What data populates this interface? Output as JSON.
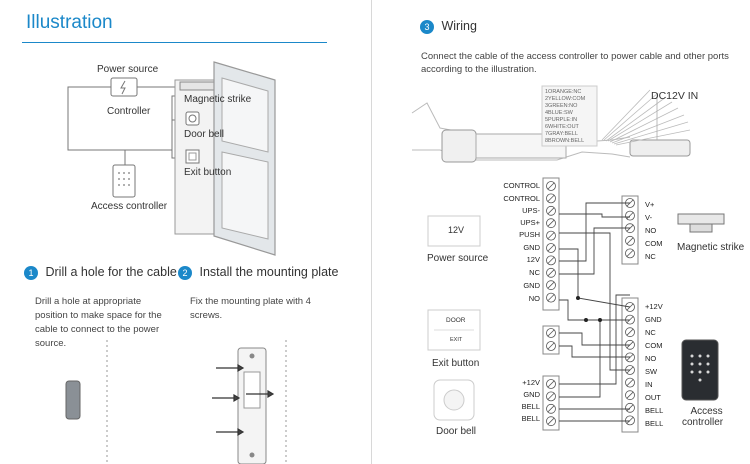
{
  "left": {
    "title": "Illustration",
    "diagram": {
      "power_source": "Power source",
      "controller": "Controller",
      "magnetic_strike": "Magnetic strike",
      "door_bell": "Door bell",
      "exit_button": "Exit button",
      "access_controller": "Access controller"
    },
    "step1": {
      "num": "1",
      "title": "Drill a hole for the cable",
      "lines": [
        "Drill a hole at appropriate",
        "position to make space for the",
        "cable to connect to the power",
        "source."
      ]
    },
    "step2": {
      "num": "2",
      "title": "Install the mounting plate",
      "lines": [
        "Fix the mounting plate with 4",
        "screws."
      ]
    }
  },
  "right": {
    "step3": {
      "num": "3",
      "title": "Wiring"
    },
    "intro_lines": [
      "Connect the cable of the access controller to power cable and other ports",
      "according to the illustration."
    ],
    "wire_colors": [
      "1ORANGE:NC",
      "2YELLOW:COM",
      "3GREEN:NO",
      "4BLUE:SW",
      "5PURPLE:IN",
      "6WHITE:OUT",
      "7GRAY:BELL",
      "8BROWN:BELL"
    ],
    "dc_label": "DC12V  IN",
    "power_source": {
      "value": "12V",
      "label": "Power source"
    },
    "exit_button": {
      "top": "DOOR",
      "bottom": "EXIT",
      "label": "Exit button"
    },
    "door_bell": {
      "label": "Door bell"
    },
    "magnetic_strike": {
      "label": "Magnetic strike",
      "terms": [
        "V+",
        "V-",
        "NO",
        "COM",
        "NC"
      ]
    },
    "access_controller": {
      "label_line1": "Access",
      "label_line2": "controller",
      "terms": [
        "+12V",
        "GND",
        "NC",
        "COM",
        "NO",
        "SW",
        "IN",
        "OUT",
        "BELL",
        "BELL"
      ]
    },
    "power_terms": [
      "CONTROL",
      "CONTROL",
      "UPS-",
      "UPS+",
      "PUSH",
      "GND",
      "12V",
      "NC",
      "GND",
      "NO"
    ],
    "bell_terms": [
      "+12V",
      "GND",
      "BELL",
      "BELL"
    ]
  }
}
